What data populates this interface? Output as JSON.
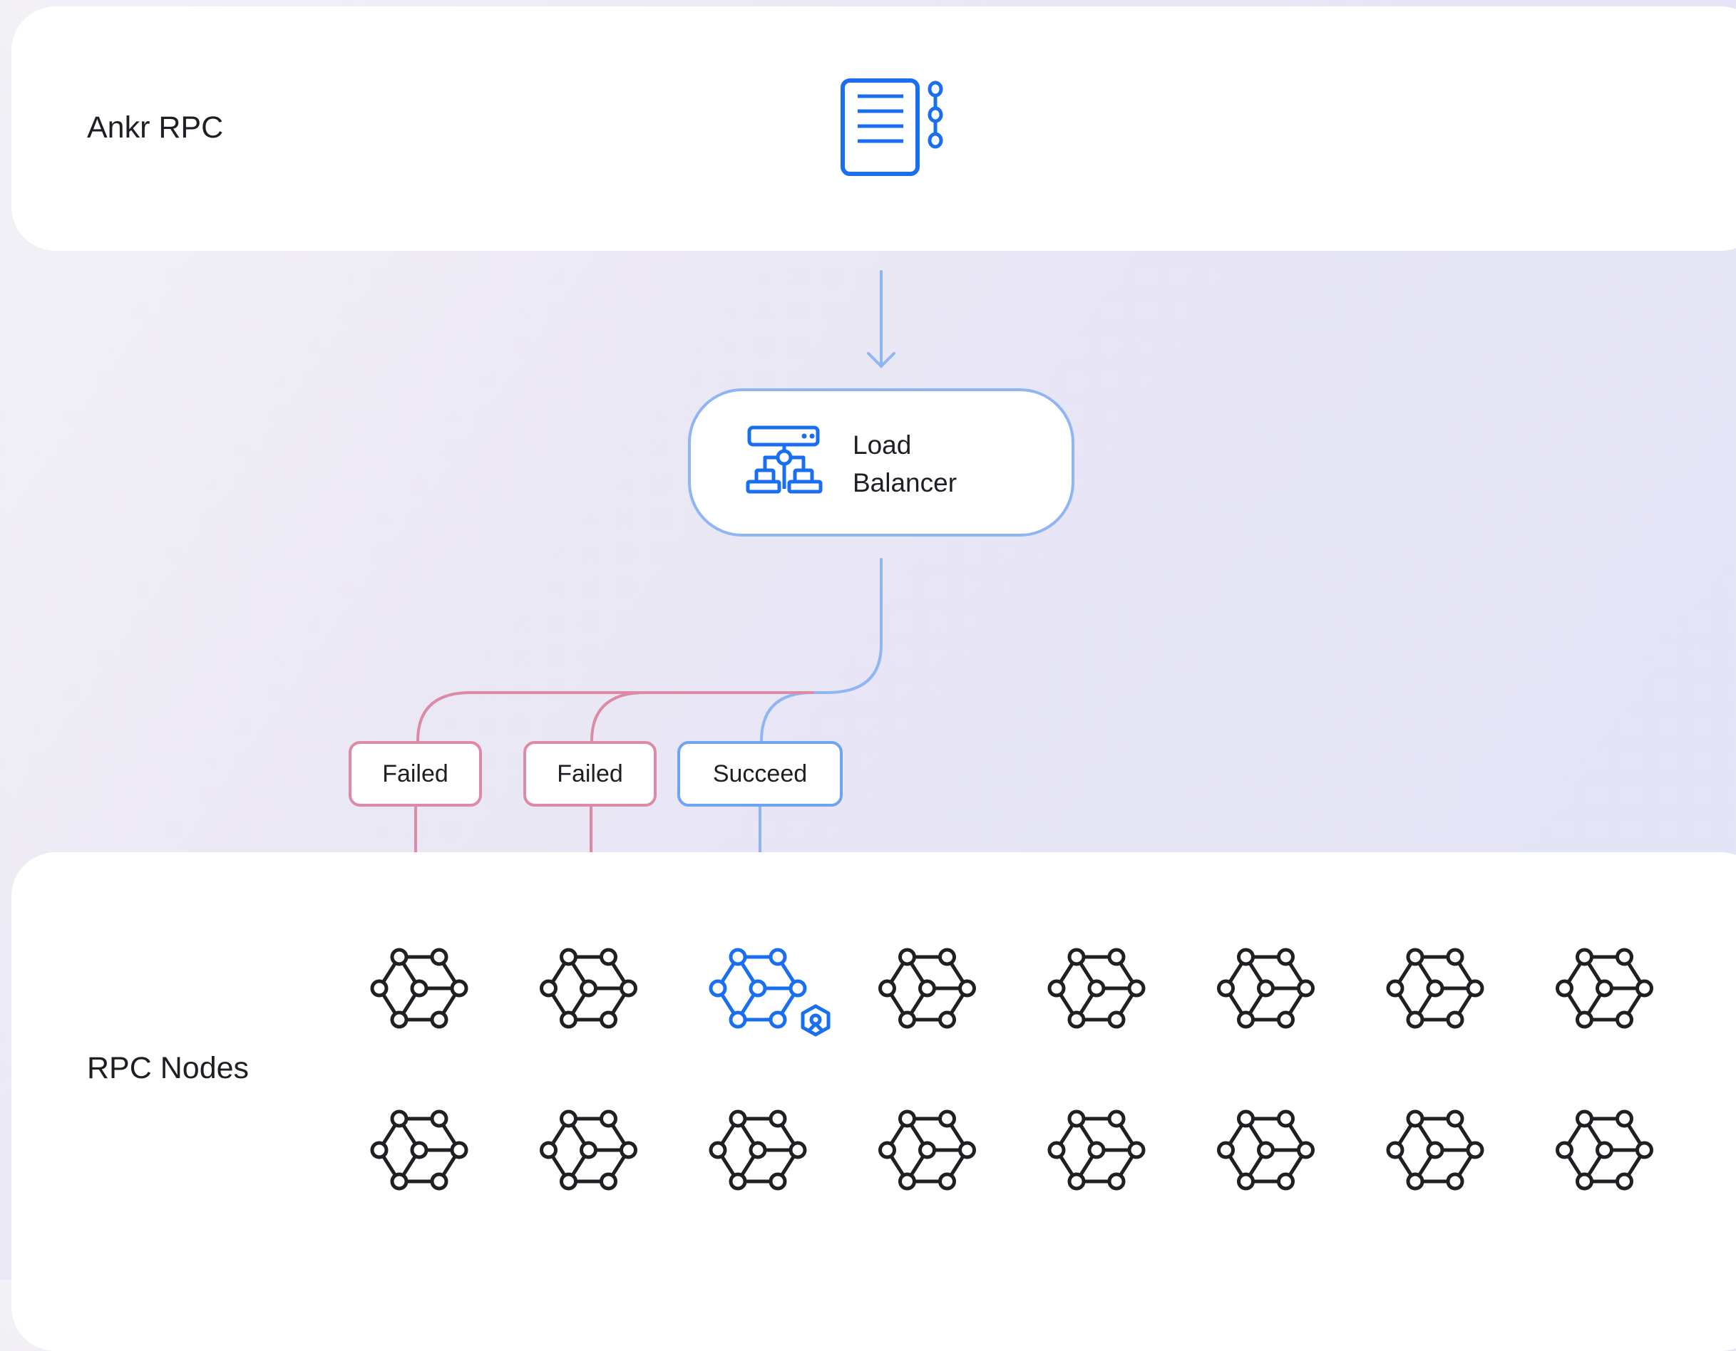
{
  "top_panel": {
    "label": "Ankr RPC",
    "icon": "document-list-icon"
  },
  "load_balancer": {
    "line1": "Load",
    "line2": "Balancer",
    "icon": "load-balancer-icon"
  },
  "statuses": [
    {
      "label": "Failed",
      "state": "failed"
    },
    {
      "label": "Failed",
      "state": "failed"
    },
    {
      "label": "Succeed",
      "state": "succeed"
    }
  ],
  "bottom_panel": {
    "label": "RPC Nodes",
    "node_icon": "node-network-icon",
    "active_badge": "shield-badge-icon"
  },
  "nodes": {
    "rows": 2,
    "per_row": 8,
    "active_row": 1,
    "active_index": 3
  },
  "colors": {
    "primary_blue": "#1a6ff0",
    "arrow_blue": "#8fb6f3",
    "failed_pink": "#dd8aa6",
    "node_dark": "#1f1f24",
    "text": "#1d1f25"
  }
}
